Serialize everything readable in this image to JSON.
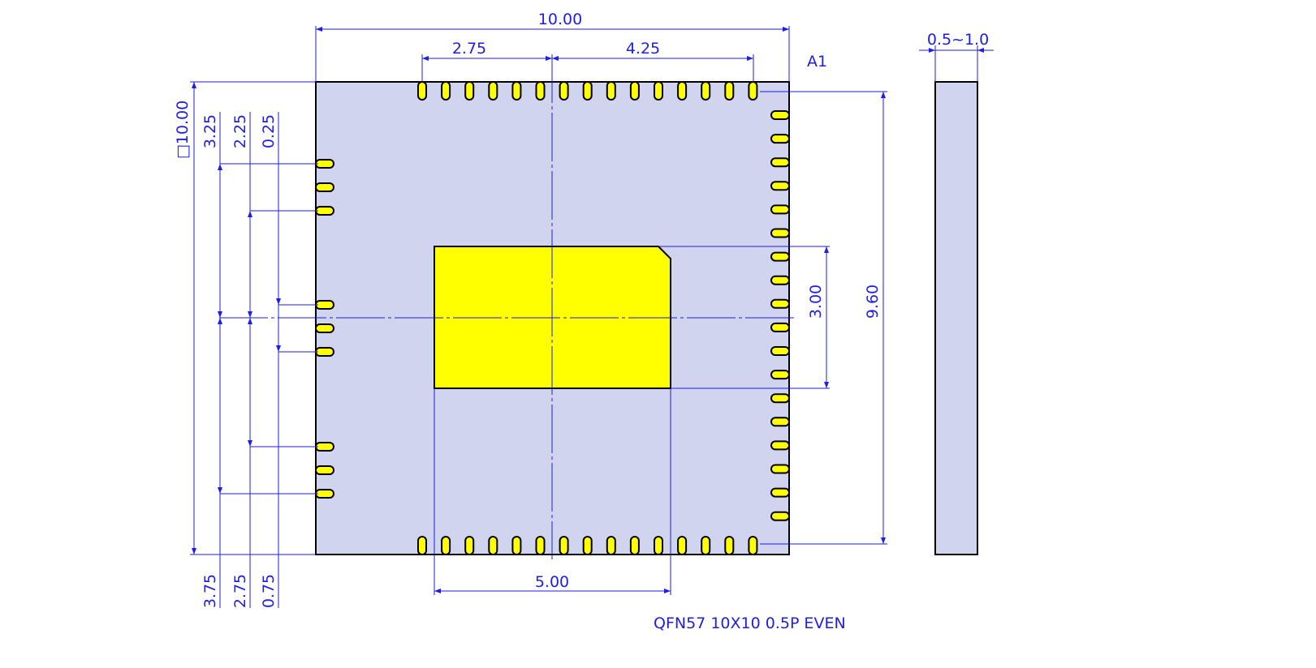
{
  "drawing": {
    "package_label": "QFN57 10X10 0.5P EVEN",
    "pin1_label": "A1",
    "colors": {
      "body": "#d0d4ee",
      "outline": "#000000",
      "pad": "#ffff00",
      "dimension": "#1e1ee6"
    }
  },
  "dimensions": {
    "body_width": "10.00",
    "top_left_offset": "2.75",
    "top_right_offset": "4.25",
    "body_square": "□10.00",
    "left_upper_a": "3.25",
    "left_upper_b": "2.25",
    "left_upper_c": "0.25",
    "left_lower_a": "3.75",
    "left_lower_b": "2.75",
    "left_lower_c": "0.75",
    "pad_height": "3.00",
    "pin_span": "9.60",
    "pad_width": "5.00",
    "thickness": "0.5~1.0"
  }
}
